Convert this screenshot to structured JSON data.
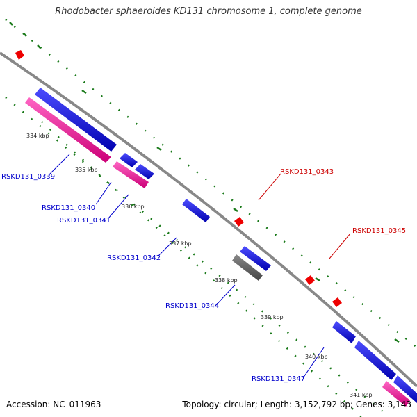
{
  "title": "Rhodobacter sphaeroides KD131 chromosome 1, complete genome",
  "footer": {
    "accession": "Accession: NC_011963",
    "topology": "Topology: circular; Length: 3,152,792 bp; Genes: 3,143"
  },
  "tick_labels": [
    "334 kbp",
    "335 kbp",
    "336 kbp",
    "337 kbp",
    "338 kbp",
    "339 kbp",
    "340 kbp",
    "341 kbp"
  ],
  "gene_labels": [
    "RSKD131_0339",
    "RSKD131_0340",
    "RSKD131_0341",
    "RSKD131_0342",
    "RSKD131_0343",
    "RSKD131_0344",
    "RSKD131_0345",
    "RSKD131_0347"
  ],
  "colors": {
    "forward_cds": "#0000ee",
    "reverse_cds": "#ee1199",
    "other_feature": "#666666",
    "marker": "#ee0000",
    "backbone": "#888888",
    "tick_dots": "#1a7a1a",
    "label_red": "#cc0000",
    "label_blue": "#0000cc"
  }
}
